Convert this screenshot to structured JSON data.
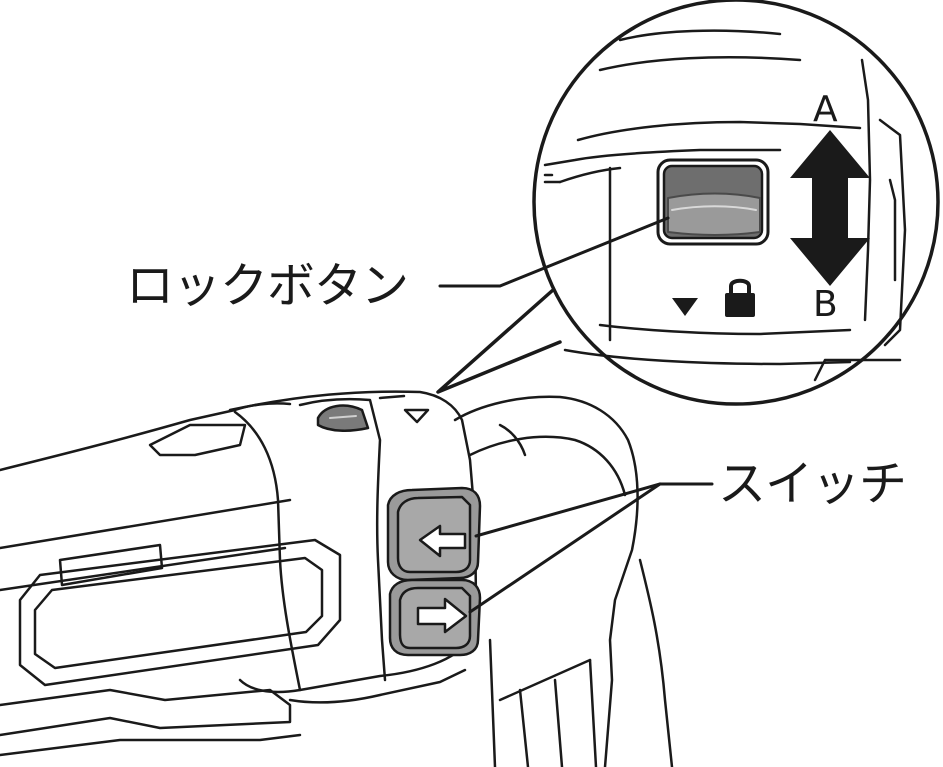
{
  "labels": {
    "lock_button": "ロックボタン",
    "switch": "スイッチ",
    "direction_a": "A",
    "direction_b": "B"
  },
  "icons": {
    "lock": "lock-icon",
    "triangle": "down-triangle-icon",
    "up_down_arrow": "double-arrow-icon",
    "left_arrow": "left-arrow-icon",
    "right_arrow": "right-arrow-icon"
  },
  "colors": {
    "line": "#1a1a1a",
    "button_fill": "#9a9a9a",
    "button_dark": "#6e6e6e",
    "background": "#ffffff"
  }
}
